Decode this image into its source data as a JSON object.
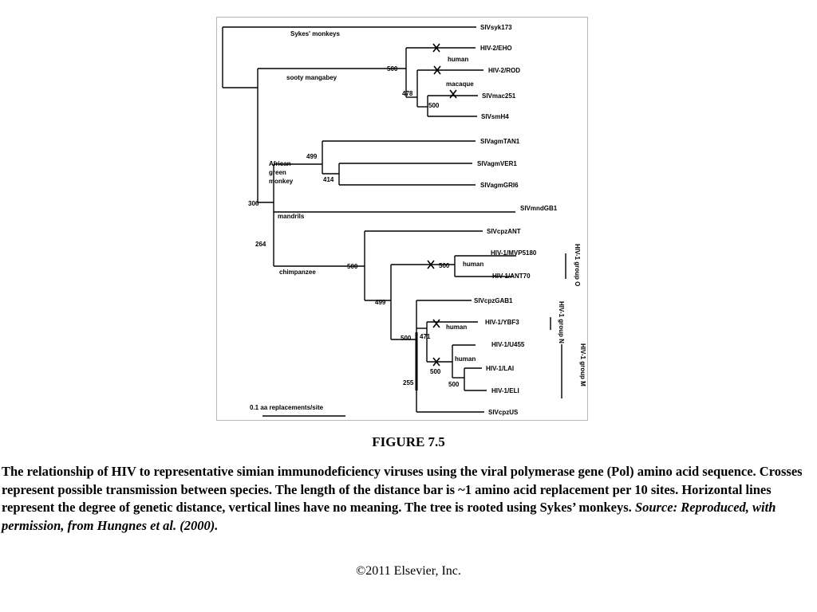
{
  "figure": {
    "taxa": [
      "SIVsyk173",
      "HIV-2/EHO",
      "HIV-2/ROD",
      "SIVmac251",
      "SIVsmH4",
      "SIVagmTAN1",
      "SIVagmVER1",
      "SIVagmGRI6",
      "SIVmndGB1",
      "SIVcpzANT",
      "HIV-1/MVP5180",
      "HIV-1/ANT70",
      "SIVcpzGAB1",
      "HIV-1/YBF3",
      "HIV-1/U455",
      "HIV-1/LAI",
      "HIV-1/ELI",
      "SIVcpzUS"
    ],
    "host_groups": [
      "Sykes' monkeys",
      "sooty mangabey",
      "human",
      "macaque",
      "African",
      "green",
      "monkey",
      "mandrils",
      "chimpanzee",
      "human",
      "human",
      "human"
    ],
    "bootstrap_values": [
      "500",
      "478",
      "500",
      "499",
      "414",
      "306",
      "264",
      "500",
      "500",
      "499",
      "500",
      "471",
      "500",
      "500",
      "255"
    ],
    "hiv1_groups": [
      "HIV-1 group O",
      "HIV-1 group N",
      "HIV-1 group M"
    ],
    "scale_bar_label": "0.1 aa replacements/site"
  },
  "caption": {
    "title": "FIGURE 7.5",
    "body": "The relationship of HIV to representative simian immunodeficiency viruses using the viral polymerase gene (Pol) amino acid sequence. Crosses represent possible transmission between species. The length of the distance bar is ~1 amino acid replacement per 10 sites. Horizontal lines represent the degree of genetic distance, vertical lines have no meaning. The tree is rooted using Sykes’ monkeys.",
    "source": "Source: Reproduced, with permission, from Hungnes et al. (2000)."
  },
  "copyright": "©2011 Elsevier, Inc.",
  "colors": {
    "line": "#000000",
    "frame": "#b8b8b8",
    "background": "#ffffff"
  }
}
